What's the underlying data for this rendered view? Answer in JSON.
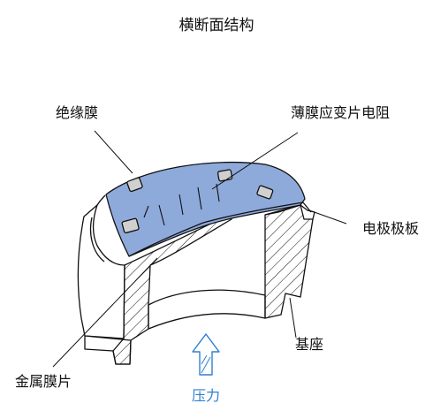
{
  "title": "横断面结构",
  "labels": {
    "insulating_film": "绝缘膜",
    "thin_film_strain_gauge": "薄膜应变片电阻",
    "electrode_plate": "电极极板",
    "metal_film": "金属膜片",
    "base": "基座",
    "pressure": "压力"
  },
  "colors": {
    "insulating_film_fill": "#8eaadb",
    "pressure_arrow": "#2f7fd0",
    "outline": "#111111"
  }
}
